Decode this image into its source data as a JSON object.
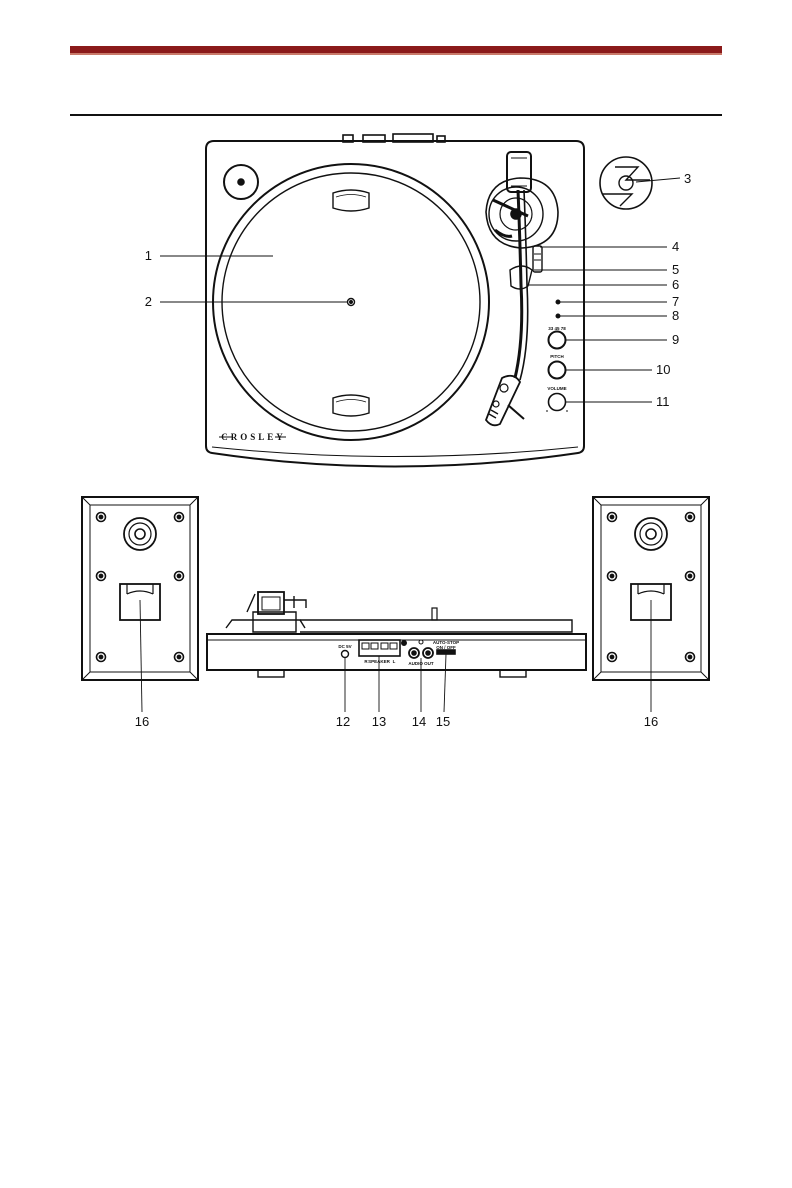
{
  "header": {
    "accent": "#8b1a1a"
  },
  "turntable": {
    "brand": "CROSLEY",
    "knob_labels": {
      "speed": "33  45  78",
      "pitch": "PITCH",
      "volume": "VOLUME"
    }
  },
  "rear_panel": {
    "dc_label": "DC 5V",
    "speaker_label": "SPEAKER",
    "speaker_r": "R",
    "speaker_l": "L",
    "audio_out_label": "AUDIO OUT",
    "auto_stop_label": "AUTO-STOP",
    "auto_stop_sub": "ON / OFF"
  },
  "callouts": {
    "c1": "1",
    "c2": "2",
    "c3": "3",
    "c4": "4",
    "c5": "5",
    "c6": "6",
    "c7": "7",
    "c8": "8",
    "c9": "9",
    "c10": "10",
    "c11": "11",
    "c12": "12",
    "c13": "13",
    "c14": "14",
    "c15": "15",
    "c16_left": "16",
    "c16_right": "16"
  }
}
